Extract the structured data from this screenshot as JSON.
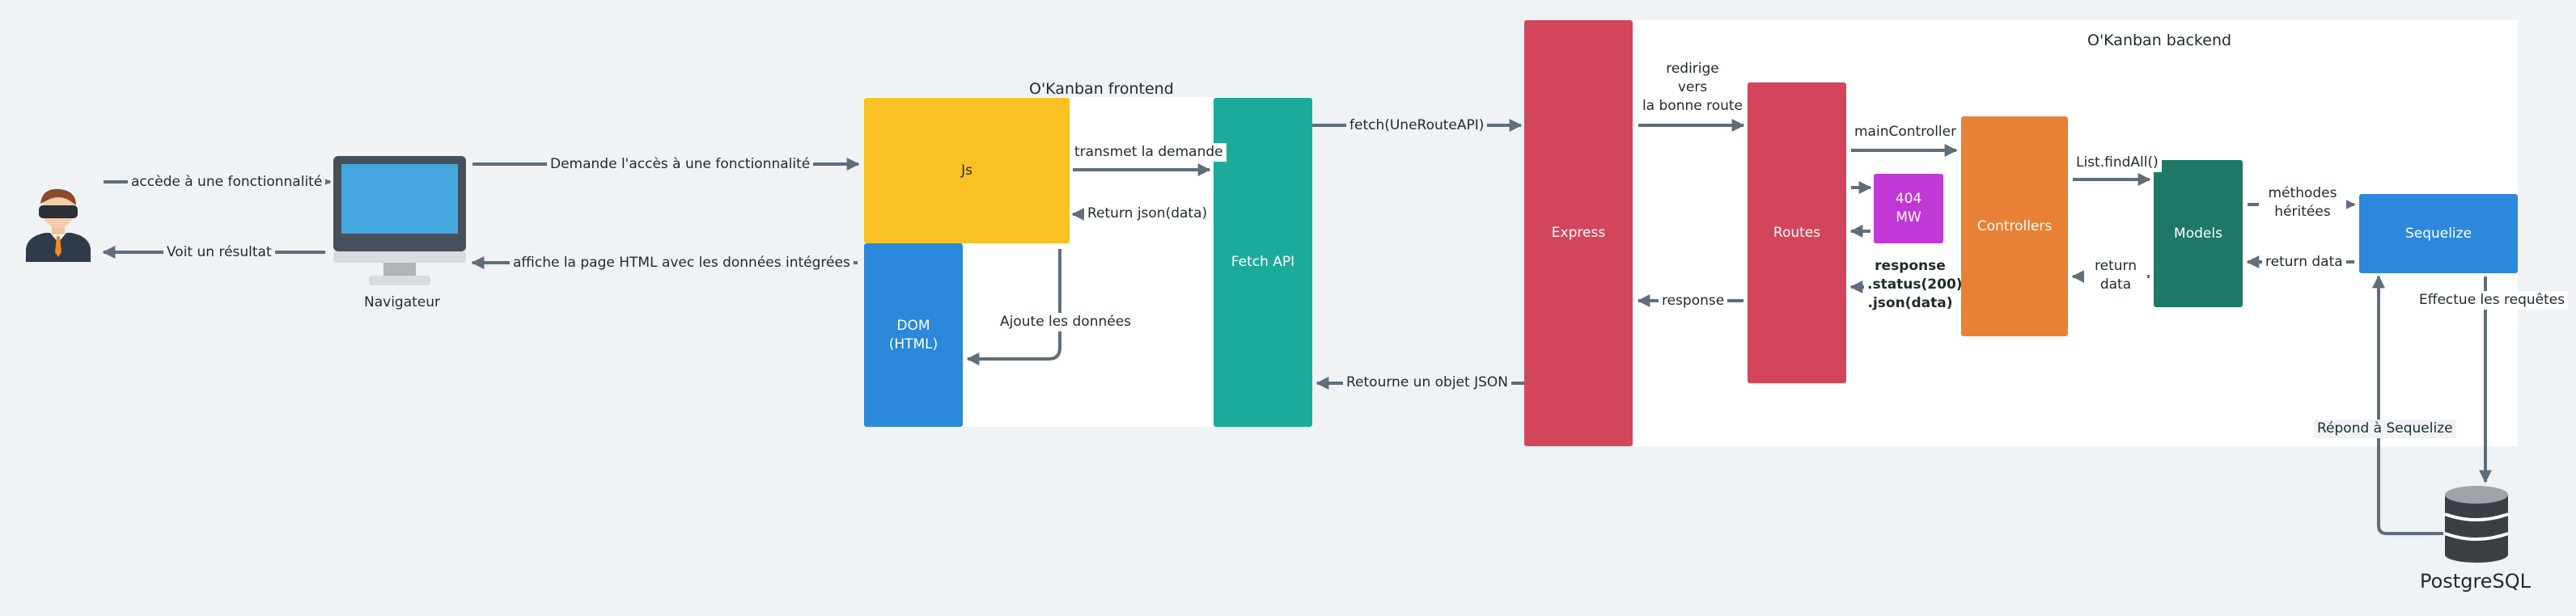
{
  "colors": {
    "background": "#eff3f6",
    "panel": "#ffffff",
    "js": "#f8c124",
    "dom": "#2b88da",
    "fetch": "#1bab9b",
    "express": "#d3455b",
    "routes": "#d3455b",
    "mw404": "#c038d6",
    "controllers": "#e88135",
    "models": "#1e7865",
    "sequelize": "#2b88da",
    "arrow": "#5f6e7a"
  },
  "icons": {
    "user": "user-with-vr-glasses-icon",
    "computer": "desktop-monitor-icon",
    "database": "database-icon"
  },
  "nodes": {
    "user_caption": "",
    "browser": "Navigateur",
    "frontend_title": "O'Kanban frontend",
    "backend_title": "O'Kanban backend",
    "js": "Js",
    "dom": "DOM\n(HTML)",
    "fetch_api": "Fetch API",
    "express": "Express",
    "routes": "Routes",
    "mw404": "404\nMW",
    "controllers": "Controllers",
    "models": "Models",
    "sequelize": "Sequelize",
    "postgres": "PostgreSQL"
  },
  "edges": {
    "user_to_browser": "accède à une fonctionnalité",
    "browser_to_user": "Voit un résultat",
    "browser_to_js": "Demande l'accès à une fonctionnalité",
    "dom_to_browser": "affiche la page HTML avec les données intégrées",
    "js_to_fetch": "transmet la demande",
    "fetch_to_js": "Return json(data)",
    "js_to_dom": "Ajoute les données",
    "fetch_to_express": "fetch(UneRouteAPI)",
    "express_to_fetch": "Retourne un objet JSON",
    "express_to_routes": "redirige\nvers\nla bonne route",
    "routes_to_express": "response",
    "routes_to_controllers": "mainController",
    "controllers_to_routes": "response\n.status(200)\n.json(data)",
    "controllers_to_models": "List.findAll()",
    "models_to_controllers": "return\ndata",
    "models_to_sequelize": "méthodes\nhéritées",
    "sequelize_to_models": "return data",
    "sequelize_to_db": "Effectue les requêtes",
    "db_to_sequelize": "Répond à Sequelize"
  }
}
